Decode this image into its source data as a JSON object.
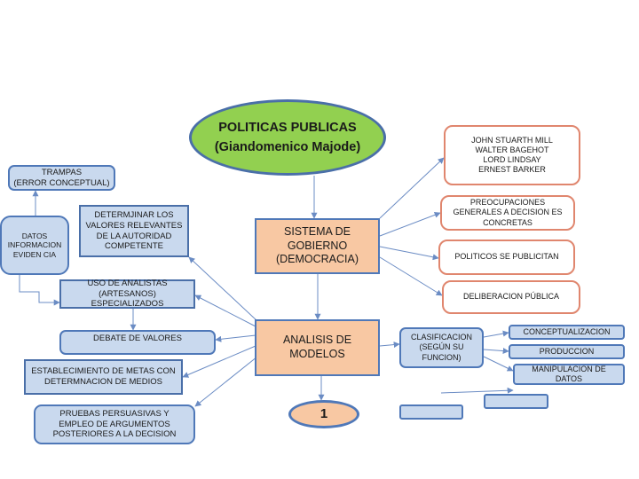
{
  "title": {
    "line1": "POLITICAS PUBLICAS",
    "line2": "(Giandomenico  Majode)"
  },
  "nodes": {
    "sistema": "SISTEMA DE\nGOBIERNO\n(DEMOCRACIA)",
    "analisis": "ANALISIS DE\nMODELOS",
    "authors": "JOHN STUARTH MILL\nWALTER BAGEHOT\nLORD LINDSAY\nERNEST BARKER",
    "preocupaciones": "PREOCUPACIONES\nGENERALES A DECISION ES\nCONCRETAS",
    "politicos": "POLITICOS SE PUBLICITAN",
    "deliberacion": "DELIBERACION PÚBLICA",
    "trampas": "TRAMPAS\n(ERROR CONCEPTUAL)",
    "datos": "DATOS\nINFORMACION\nEVIDEN CIA",
    "determinar": "DETERMJINAR LOS\nVALORES RELEVANTES\nDE LA AUTORIDAD\nCOMPETENTE",
    "uso": "USO DE ANALISTAS\n(ARTESANOS) ESPECIALIZADOS",
    "debate": "DEBATE DE VALORES",
    "establecimiento": "ESTABLECIMIENTO DE METAS CON\nDETERMNACION DE MEDIOS",
    "pruebas": "PRUEBAS  PERSUASIVAS  Y\nEMPLEO  DE  ARGUMENTOS\nPOSTERIORES A LA DECISION",
    "clasificacion": "CLASIFICACION\n(SEGÚN SU\nFUNCION)",
    "conceptualizacion": "CONCEPTUALIZACION",
    "produccion": "PRODUCCION",
    "manipulacion": "MANIPULACION DE\nDATOS",
    "numero": "1",
    "empty1": "",
    "empty2": ""
  },
  "colors": {
    "title_fill": "#92d050",
    "orange_fill": "#f8c8a3",
    "blue_fill": "#c9d9ee",
    "blue_border": "#4f78b8",
    "salmon_border": "#e0866e",
    "connector": "#6b8cc4"
  }
}
